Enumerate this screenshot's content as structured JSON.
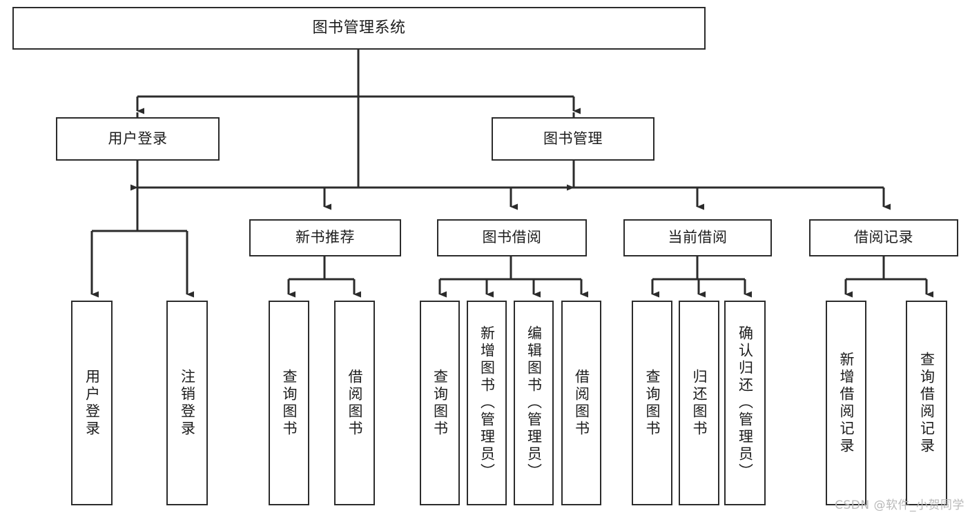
{
  "diagram": {
    "title": "图书管理系统",
    "type": "tree",
    "watermark": "CSDN @软件_小贺同学",
    "colors": {
      "stroke": "#2b2b2b",
      "fill": "#ffffff",
      "text": "#1c1c1c",
      "watermark": "#b9b9b9"
    },
    "nodes": {
      "root": {
        "label": "图书管理系统"
      },
      "level2": [
        {
          "id": "user-login",
          "label": "用户登录"
        },
        {
          "id": "book-manage",
          "label": "图书管理"
        }
      ],
      "level3": [
        {
          "id": "new-book-rec",
          "label": "新书推荐"
        },
        {
          "id": "book-borrow",
          "label": "图书借阅"
        },
        {
          "id": "current-borrow",
          "label": "当前借阅"
        },
        {
          "id": "borrow-record",
          "label": "借阅记录"
        }
      ],
      "leaves": {
        "user_login": [
          {
            "id": "leaf-user-login",
            "label": "用户登录"
          },
          {
            "id": "leaf-user-logout",
            "label": "注销登录"
          }
        ],
        "new_book_rec": [
          {
            "id": "leaf-query-book-1",
            "label": "查询图书"
          },
          {
            "id": "leaf-borrow-book-1",
            "label": "借阅图书"
          }
        ],
        "book_borrow": [
          {
            "id": "leaf-query-book-2",
            "label": "查询图书"
          },
          {
            "id": "leaf-add-book",
            "label": "新增图书（管理员）"
          },
          {
            "id": "leaf-edit-book",
            "label": "编辑图书（管理员）"
          },
          {
            "id": "leaf-borrow-book-2",
            "label": "借阅图书"
          }
        ],
        "current_borrow": [
          {
            "id": "leaf-query-book-3",
            "label": "查询图书"
          },
          {
            "id": "leaf-return-book",
            "label": "归还图书"
          },
          {
            "id": "leaf-confirm-return",
            "label": "确认归还（管理员）"
          }
        ],
        "borrow_record": [
          {
            "id": "leaf-add-record",
            "label": "新增借阅记录"
          },
          {
            "id": "leaf-query-record",
            "label": "查询借阅记录"
          }
        ]
      }
    }
  }
}
